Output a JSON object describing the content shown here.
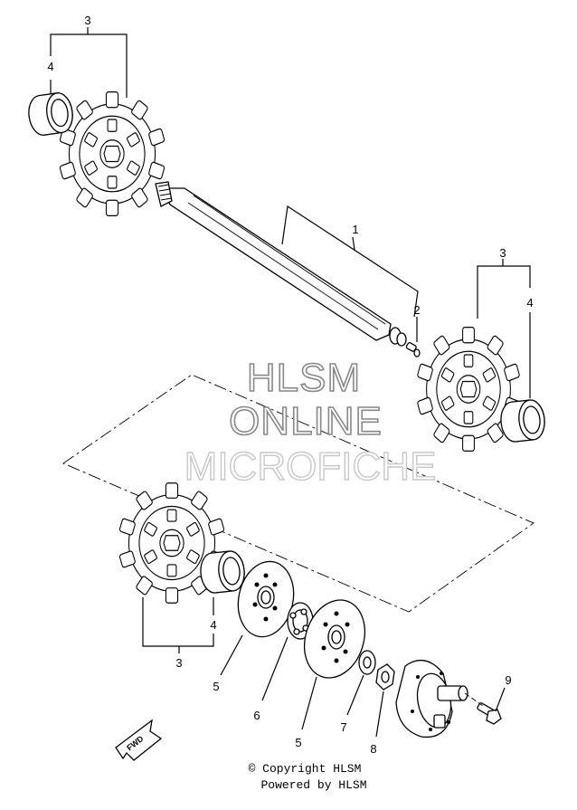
{
  "callouts": {
    "shaft": "1",
    "pin": "2",
    "sprocket_top_left": "3",
    "bearing_top_left": "4",
    "sprocket_right": "3",
    "bearing_right": "4",
    "sprocket_bottom": "3",
    "bearing_bottom": "4",
    "plate_a": "5",
    "bearing_ball": "6",
    "plate_b": "5",
    "washer": "7",
    "nut": "8",
    "bolt": "9"
  },
  "watermark": {
    "line1": "HLSM",
    "line2": "ONLINE",
    "line3": "MICROFICHE"
  },
  "fwd_label": "FWD",
  "footer": {
    "copyright": "© Copyright HLSM",
    "powered": "Powered by HLSM"
  }
}
